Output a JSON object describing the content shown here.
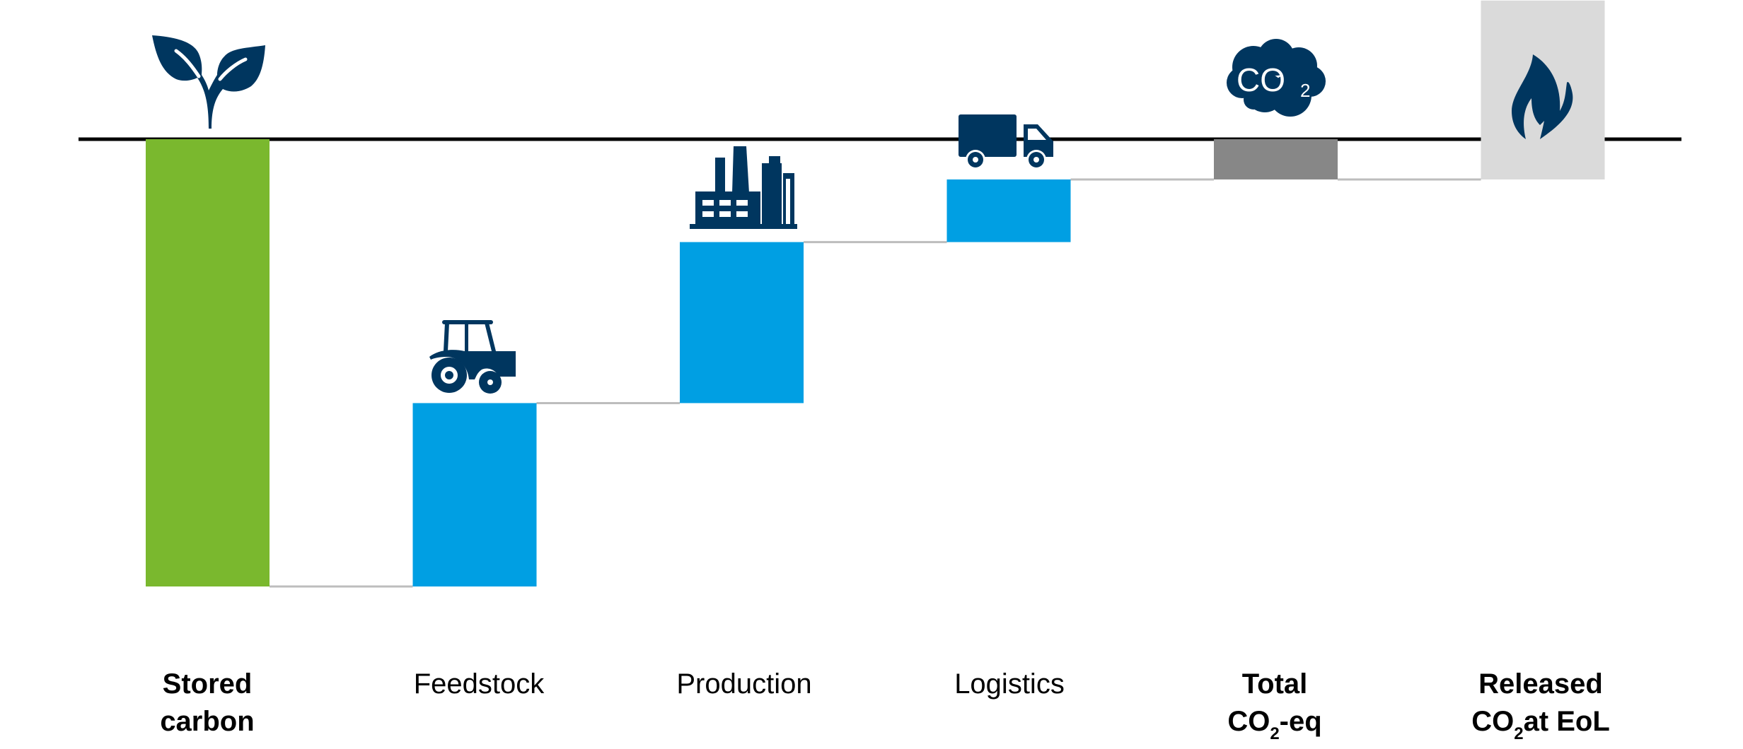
{
  "chart_data": {
    "type": "waterfall",
    "title": "",
    "xlabel": "",
    "ylabel": "",
    "units": "relative (estimated, no axis ticks shown)",
    "grid": false,
    "legend": "none",
    "zero_line": true,
    "ylim": [
      -100,
      32
    ],
    "categories": [
      "Stored carbon",
      "Feedstock",
      "Production",
      "Logistics",
      "Total CO2-eq",
      "Released CO2 at EoL"
    ],
    "bars": [
      {
        "category": "Stored carbon",
        "start": 0,
        "end": -100,
        "kind": "total",
        "color": "#7AB82E",
        "bold": true,
        "icon": "sprout-icon"
      },
      {
        "category": "Feedstock",
        "start": -100,
        "end": -59,
        "kind": "increase",
        "color": "#009FE3",
        "bold": false,
        "icon": "tractor-icon"
      },
      {
        "category": "Production",
        "start": -59,
        "end": -23,
        "kind": "increase",
        "color": "#009FE3",
        "bold": false,
        "icon": "factory-icon"
      },
      {
        "category": "Logistics",
        "start": -23,
        "end": -9,
        "kind": "increase",
        "color": "#009FE3",
        "bold": false,
        "icon": "truck-icon"
      },
      {
        "category": "Total CO2-eq",
        "start": 0,
        "end": -9,
        "kind": "total",
        "color": "#878787",
        "bold": true,
        "icon": "co2-cloud-icon"
      },
      {
        "category": "Released CO2 at EoL",
        "start": -9,
        "end": 31,
        "kind": "total",
        "color": "#DADADA",
        "bold": true,
        "icon": "flame-icon"
      }
    ]
  },
  "labels": [
    {
      "line1": "Stored",
      "line2": "carbon"
    },
    {
      "line1": "Feedstock",
      "line2": ""
    },
    {
      "line1": "Production",
      "line2": ""
    },
    {
      "line1": "Logistics",
      "line2": ""
    },
    {
      "line1": "Total",
      "line2_pre": "CO",
      "line2_sub": "2",
      "line2_post": "-eq"
    },
    {
      "line1": "Released",
      "line2_pre": "CO",
      "line2_sub": "2",
      "line2_post": "at EoL"
    }
  ],
  "icons": {
    "co2_text": "CO",
    "co2_sub": "2"
  },
  "colors": {
    "icon": "#00365F",
    "axis": "#000000",
    "connector": "#BDBDBD"
  }
}
